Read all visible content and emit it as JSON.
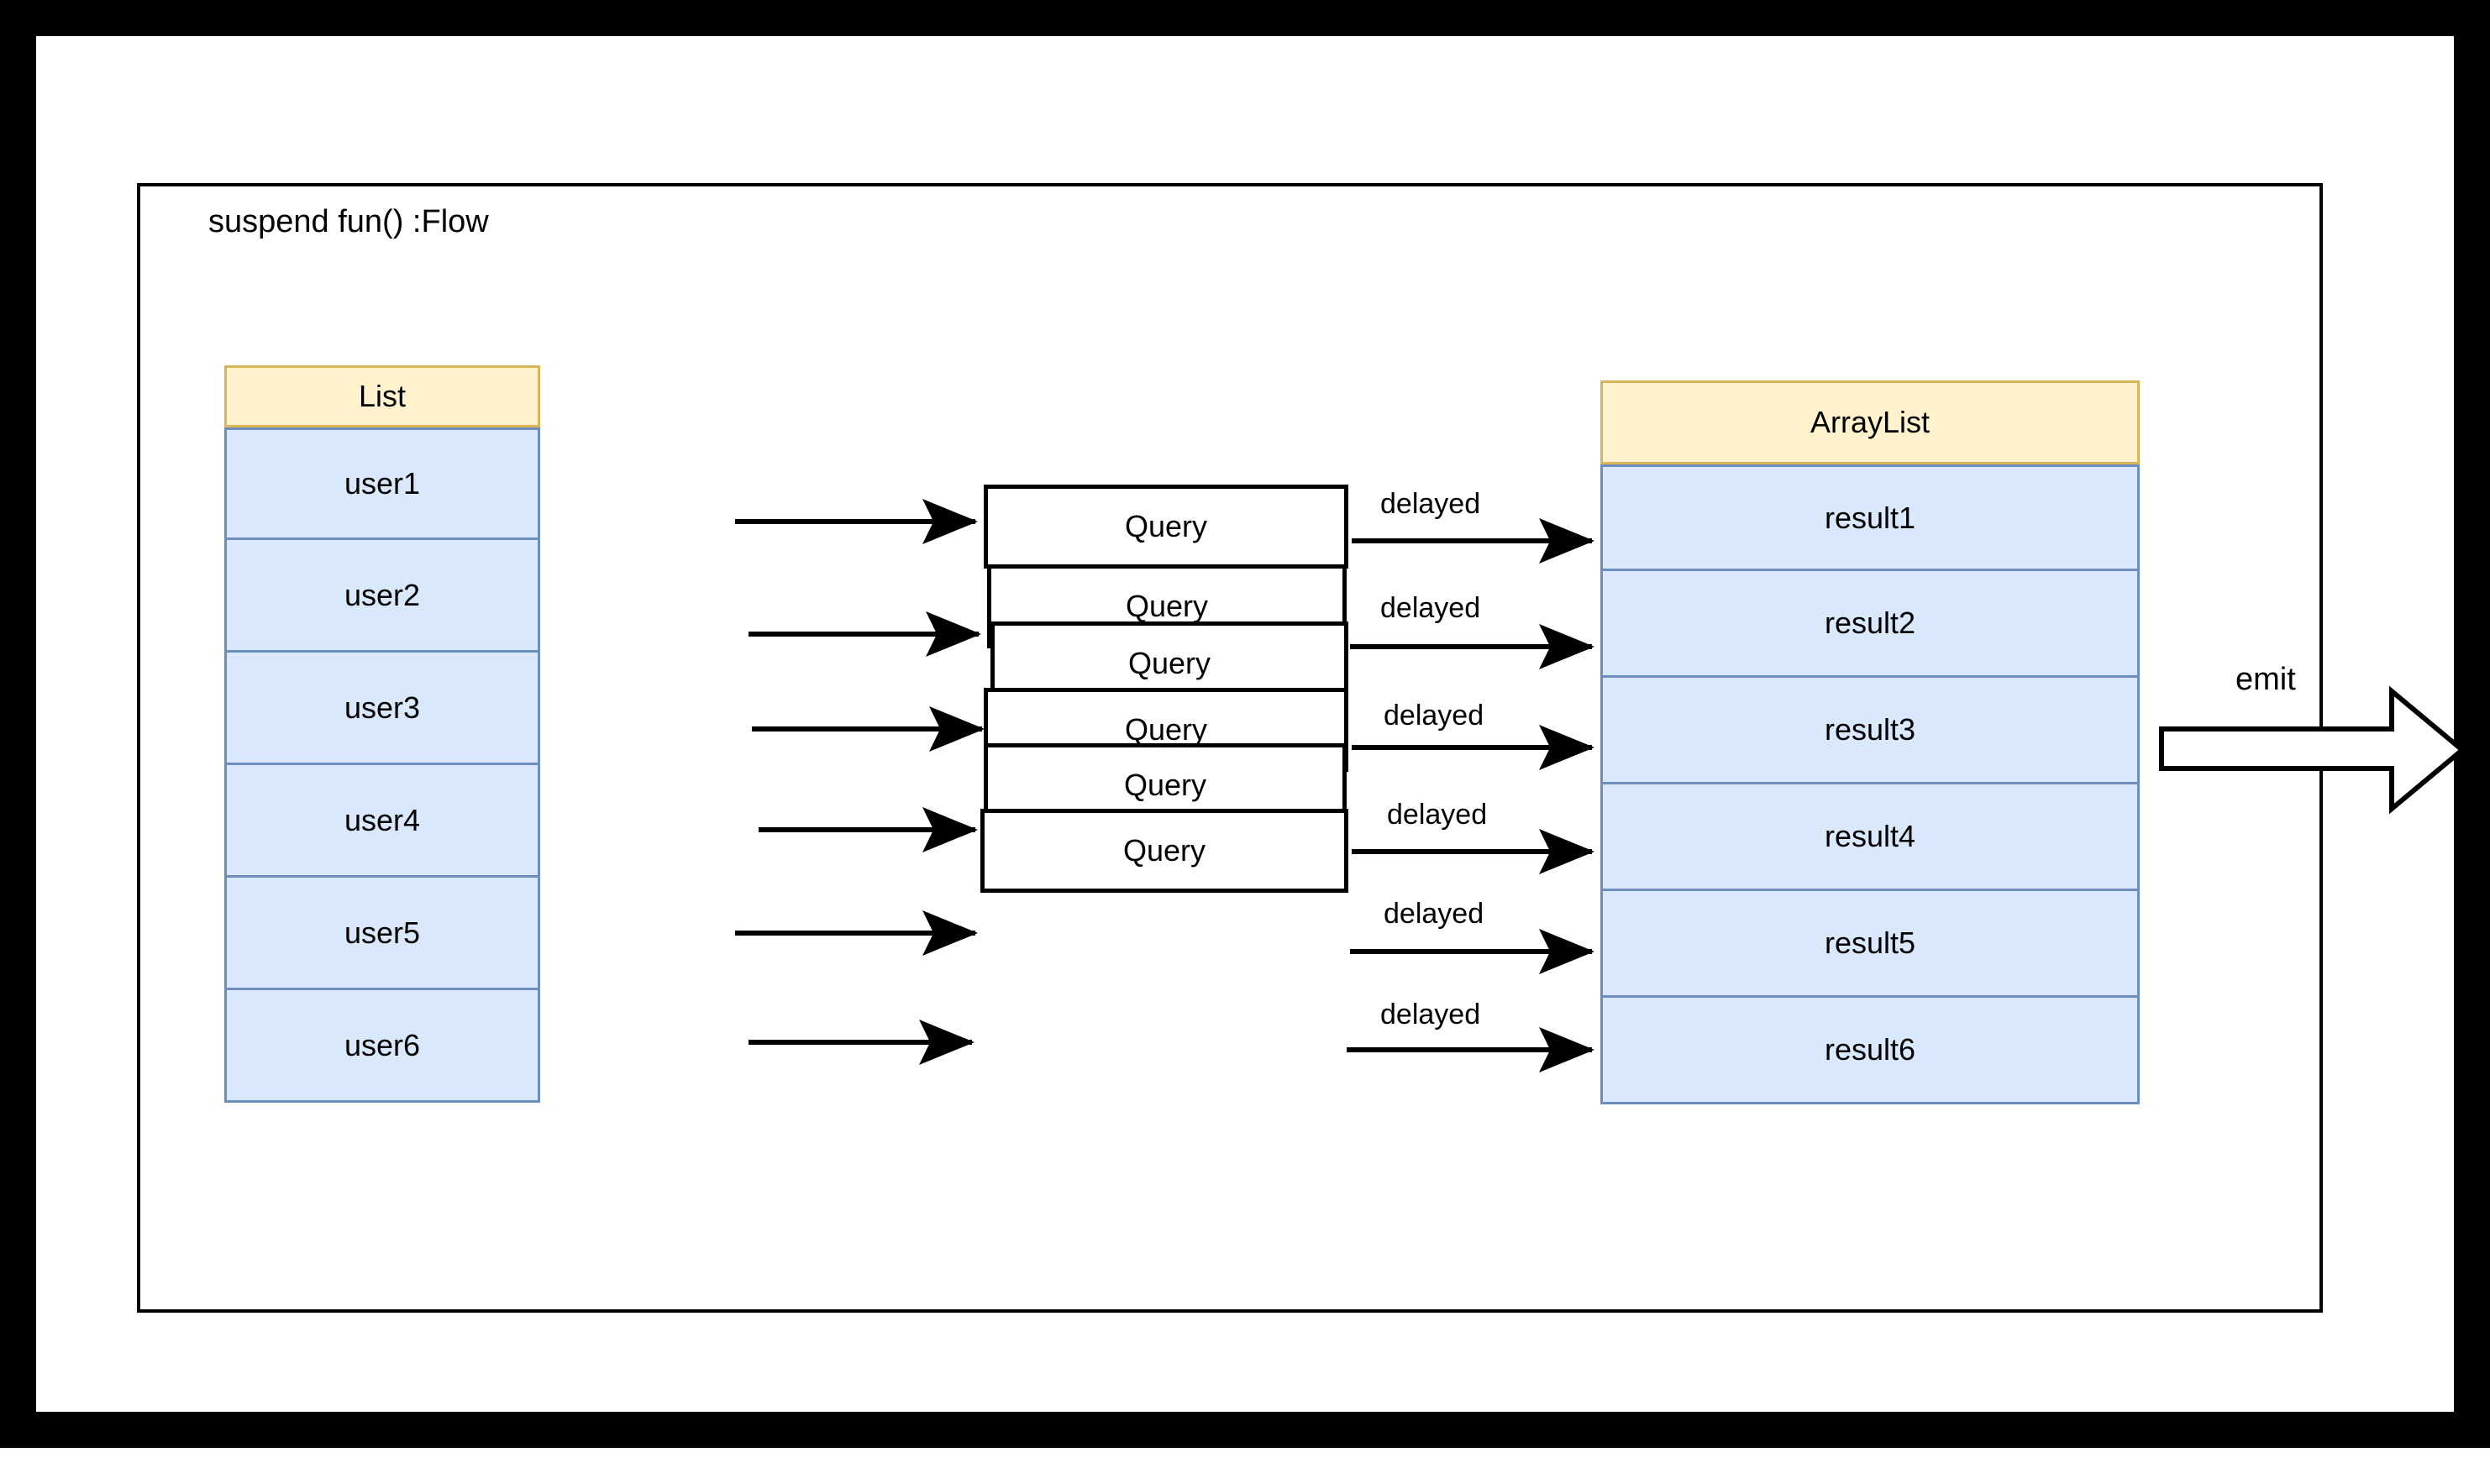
{
  "diagram": {
    "function_label": "suspend fun() :Flow",
    "colors": {
      "header_fill": "#fff2cc",
      "header_stroke": "#d6b656",
      "row_fill": "#dae8fc",
      "row_stroke": "#6c8ebf",
      "box_stroke": "#000000",
      "frame": "#000000",
      "page": "#ffffff"
    },
    "source_table": {
      "title": "List",
      "rows": [
        "user1",
        "user2",
        "user3",
        "user4",
        "user5",
        "user6"
      ]
    },
    "process_boxes": [
      {
        "label": "Query"
      },
      {
        "label": "Query"
      },
      {
        "label": "Query"
      },
      {
        "label": "Query"
      },
      {
        "label": "Query"
      },
      {
        "label": "Query"
      }
    ],
    "edge_labels": {
      "delayed": [
        "delayed",
        "delayed",
        "delayed",
        "delayed",
        "delayed",
        "delayed"
      ],
      "emit": "emit"
    },
    "target_table": {
      "title": "ArrayList",
      "rows": [
        "result1",
        "result2",
        "result3",
        "result4",
        "result5",
        "result6"
      ]
    }
  }
}
